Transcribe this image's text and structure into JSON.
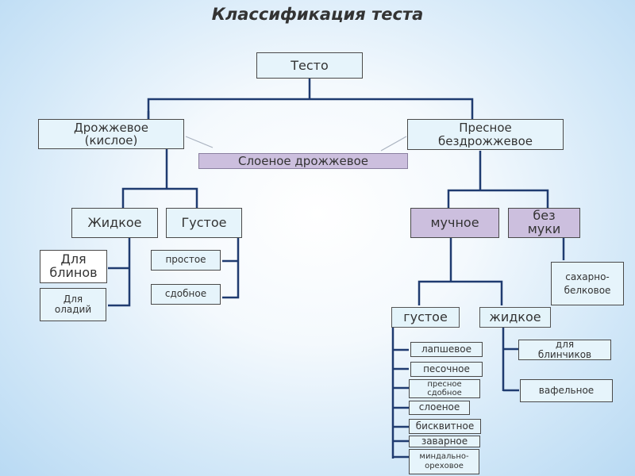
{
  "title": "Классификация теста",
  "nodes": {
    "root": "Тесто",
    "yeast_line1": "Дрожжевое",
    "yeast_line2": "(кислое)",
    "unleavened_line1": "Пресное",
    "unleavened_line2": "бездрожжевое",
    "puff_yeast": "Слоеное дрожжевое",
    "liquid": "Жидкое",
    "thick": "Густое",
    "pancakes_line1": "Для",
    "pancakes_line2": "блинов",
    "fritters_line1": "Для",
    "fritters_line2": "оладий",
    "simple": "простое",
    "rich": "сдобное",
    "flour": "мучное",
    "no_flour_line1": "без",
    "no_flour_line2": "муки",
    "sugar_protein_line1": "сахарно-",
    "sugar_protein_line2": "белковое",
    "thick_lower": "густое",
    "liquid_lower": "жидкое",
    "thin_pancakes_line1": "для",
    "thin_pancakes_line2": "блинчиков",
    "wafer": "вафельное",
    "thick_items": [
      "лапшевое",
      "песочное",
      "пресное сдобное",
      "слоеное",
      "бисквитное",
      "заварное",
      "миндально-ореховое"
    ]
  }
}
